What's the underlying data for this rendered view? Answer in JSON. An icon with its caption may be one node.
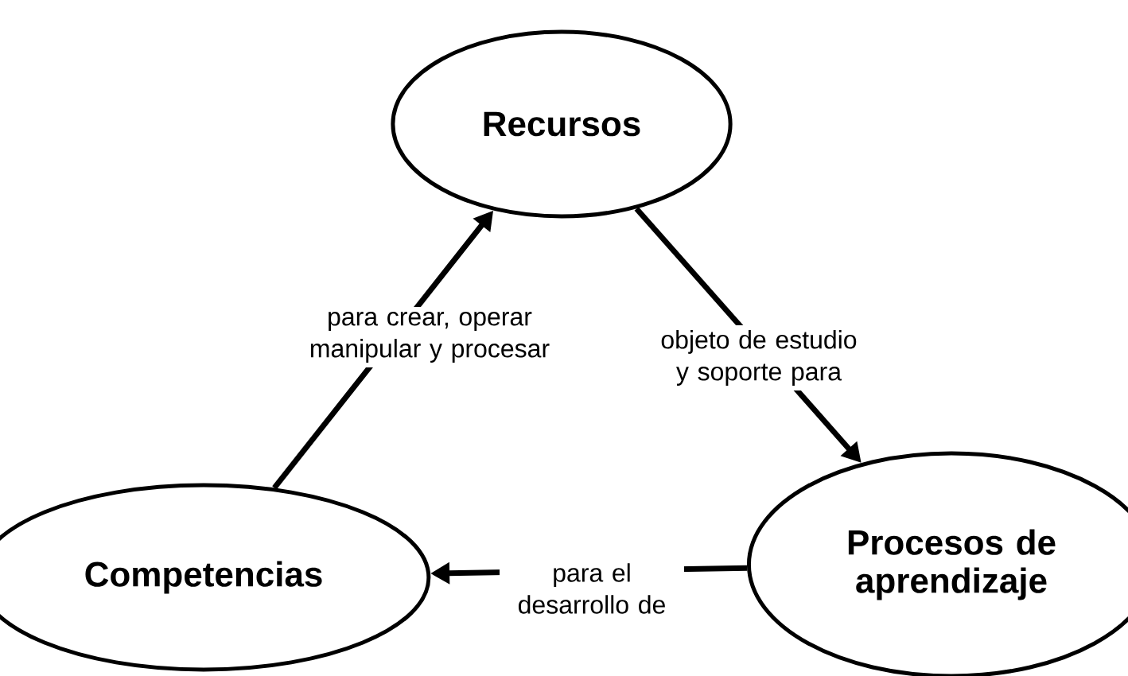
{
  "diagram": {
    "nodes": [
      {
        "text": [
          "Recursos"
        ]
      },
      {
        "text": [
          "Procesos de aprendizaje"
        ]
      },
      {
        "text": [
          "Competencias"
        ]
      }
    ],
    "edges": [
      {
        "from": 2,
        "to": 0,
        "arrow": "to",
        "label": "para crear, operar manipular y procesar"
      },
      {
        "from": 0,
        "to": 1,
        "arrow": "to",
        "label": "objeto de estudio y soporte para"
      },
      {
        "from": 1,
        "to": 2,
        "arrow": "to",
        "label": "para el desarrollo de"
      }
    ]
  }
}
